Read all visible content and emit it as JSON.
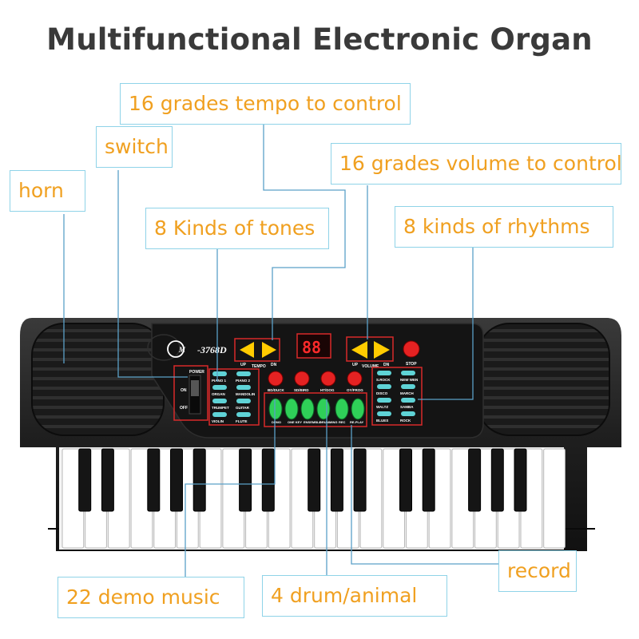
{
  "title": "Multifunctional Electronic Organ",
  "callouts": {
    "tempo": "16 grades tempo to control",
    "switch": "switch",
    "volume": "16 grades volume to control",
    "horn": "horn",
    "tones": "8 Kinds of tones",
    "rhythms": "8 kinds of  rhythms",
    "record": "record",
    "demo": "22 demo music",
    "drum": "4 drum/animal"
  },
  "keyboard": {
    "brand": "-3768D",
    "display": "88",
    "power_label": "POWER",
    "on_label": "ON",
    "off_label": "OFF",
    "tempo_label": "TEMPO",
    "volume_label": "VOLUME",
    "stop_label": "STOP",
    "up_label": "UP",
    "dn_label": "DN",
    "tones": [
      "PIANO 1",
      "PIANO 2",
      "ORGAN",
      "MANDOLIN",
      "TRUMPET",
      "GUITAR",
      "VIOLIN",
      "FLUTE"
    ],
    "rhythms": [
      "S.ROCK",
      "NEW WEN",
      "DISCO",
      "MARCH",
      "WALTZ",
      "SAMBA",
      "BLUES",
      "ROCK"
    ],
    "drums": [
      "BD/DUCK",
      "SD/BIRD",
      "HT/DOG",
      "OY/FROG"
    ],
    "demo_labels": [
      "DEMO",
      "ONE KEY",
      "ENSEMBLE",
      "DRUMMING"
    ],
    "record_labels": [
      "REC",
      "RE-PLAY"
    ]
  },
  "colors": {
    "title": "#3a3a3a",
    "callout_text": "#f0a020",
    "callout_border": "#8fd3e8",
    "leader_line": "#5aa0c8",
    "body": "#1e1e1e"
  }
}
